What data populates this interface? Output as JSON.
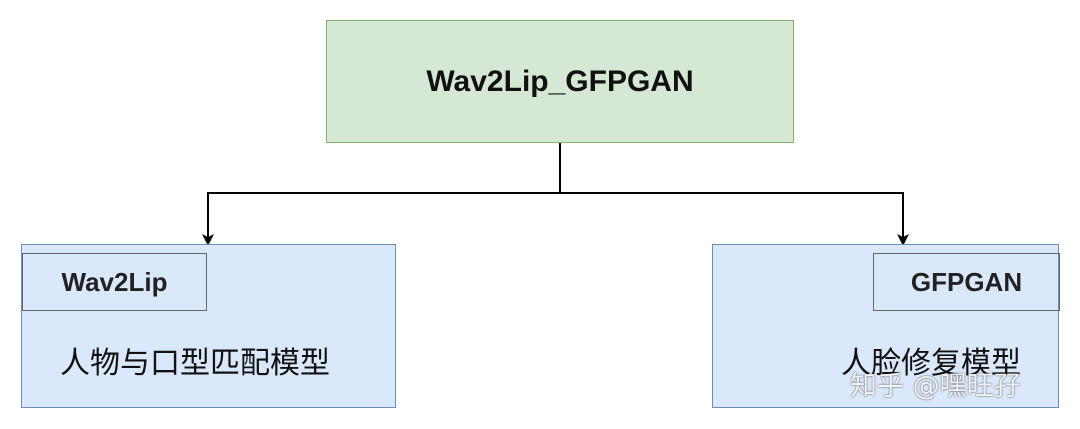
{
  "colors": {
    "root_fill": "#d5e8d4",
    "root_border": "#82b366",
    "child_fill": "#dae8fc",
    "child_border": "#6c8ebf",
    "line": "#000000"
  },
  "root": {
    "label": "Wav2Lip_GFPGAN"
  },
  "children": [
    {
      "tag": "Wav2Lip",
      "description": "人物与口型匹配模型"
    },
    {
      "tag": "GFPGAN",
      "description": "人脸修复模型"
    }
  ],
  "watermark": "知乎 @嘿旺孖"
}
